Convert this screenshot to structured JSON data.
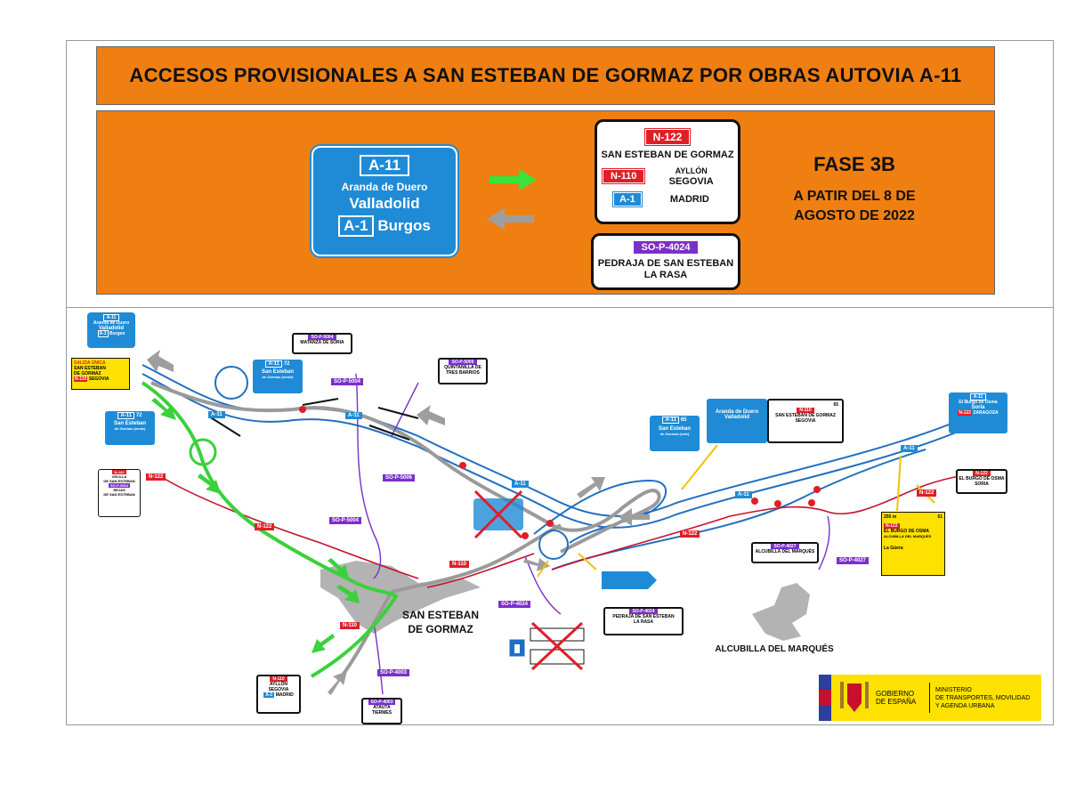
{
  "title": "ACCESOS PROVISIONALES A SAN ESTEBAN DE GORMAZ  POR OBRAS AUTOVIA A-11",
  "legend": {
    "blue_sign": {
      "road": "A-11",
      "line1": "Aranda de Duero",
      "line2": "Valladolid",
      "road2": "A-1",
      "line3": "Burgos"
    },
    "white_sign": {
      "road": "N-122",
      "dest1": "SAN ESTEBAN DE GORMAZ",
      "road2": "N-110",
      "dest2a": "AYLLÓN",
      "dest2b": "SEGOVIA",
      "road3": "A-1",
      "dest3": "MADRID"
    },
    "white_sign2": {
      "road": "SO-P-4024",
      "dest1": "PEDRAJA DE SAN ESTEBAN",
      "dest2": "LA RASA"
    },
    "phase": "FASE 3B",
    "date_line1": "A PATIR DEL  8 DE",
    "date_line2": "AGOSTO DE 2022"
  },
  "map": {
    "towns": {
      "san_esteban_line1": "SAN ESTEBAN",
      "san_esteban_line2": "DE GORMAZ",
      "alcubilla": "ALCUBILLA DEL MARQUÉS"
    },
    "sign_a11_top": {
      "road": "A-11",
      "l1": "Aranda de Duero",
      "l2": "Valladolid",
      "road2": "A-1",
      "l3": "Burgos"
    },
    "sign_salida": {
      "head": "SALIDA  ÚNICA",
      "l1": "SAN ESTEBAN",
      "l2": "DE GORMAZ",
      "road": "N-110",
      "l3": "SEGOVIA"
    },
    "sign_exit72a": {
      "road": "A-11",
      "exit": "72",
      "l1": "San Esteban",
      "l2": "de Gormaz (oeste)"
    },
    "sign_exit72b": {
      "road": "A-11",
      "exit": "72",
      "l1": "San Esteban",
      "l2": "de Gormaz (oeste)"
    },
    "sign_n122_left": {
      "road": "N-122",
      "l1": "VELILLA",
      "l2": "DE SAN ESTEBAN",
      "road2": "SO-P-5004",
      "l3": "REJAS",
      "l4": "DE SAN ESTEBAN"
    },
    "sign_sop5004": {
      "road": "SO-P-5004",
      "l1": "MATANZA DE SORIA"
    },
    "sign_sop5006": {
      "road": "SO-P-5006",
      "l1": "QUINTANILLA DE",
      "l2": "TRES BARRIOS"
    },
    "sign_exit65": {
      "road": "A-11",
      "exit": "65",
      "l1": "San Esteban",
      "l2": "de Gormaz (este)"
    },
    "sign_aranda": {
      "l1": "Aranda de Duero",
      "l2": "Valladolid",
      "exit": "65",
      "road": "N-110",
      "l3": "SAN ESTEBAN DE GORMAZ",
      "l4": "SEGOVIA"
    },
    "sign_a11_right": {
      "road": "A-11",
      "l1": "El Burgo de Osma",
      "l2": "Soria",
      "road2": "N-122",
      "l3": "ZARAGOZA"
    },
    "sign_n122_right": {
      "road": "N-122",
      "l1": "EL BURGO DE OSMA",
      "l2": "SORIA"
    },
    "sign_sop4027": {
      "road": "SO-P-4027",
      "l1": "ALCUBILLA DEL MARQUÉS"
    },
    "sign_sop4024": {
      "road": "SO-P-4024",
      "l1": "PEDRAJA DE SAN ESTEBAN",
      "l2": "LA RASA"
    },
    "sign_n110": {
      "road": "N-110",
      "l1": "AYLLÓN",
      "l2": "SEGOVIA",
      "road2": "A-1",
      "l3": "MADRID"
    },
    "sign_sop4003": {
      "road": "SO-P-4003",
      "l1": "ATAUTA",
      "l2": "TIERMES"
    },
    "sign_yellow_right": {
      "dist": "250 m",
      "exit": "61",
      "road": "N-122",
      "l1": "EL BURGO DE OSMA",
      "l2": "ALCUBILLA DEL MARQUÉS",
      "l3": "La Güera"
    },
    "road_labels": {
      "a11": "A-11",
      "n122": "N-122",
      "n110": "N-110",
      "sop5004": "SO-P-5004",
      "sop5006": "SO-P-5006",
      "sop4024": "SO-P-4024",
      "sop4027": "SO-P-4027",
      "sop4003": "SO-P-4003"
    },
    "colors": {
      "a11": "#1f6fc0",
      "n122": "#c8102e",
      "secondary": "#7b2fc9",
      "detour": "#3bd13b",
      "arrow": "#9a9a9a"
    }
  },
  "logo": {
    "l1": "GOBIERNO",
    "l2": "DE ESPAÑA",
    "m1": "MINISTERIO",
    "m2": "DE TRANSPORTES, MOVILIDAD",
    "m3": "Y AGENDA URBANA"
  }
}
